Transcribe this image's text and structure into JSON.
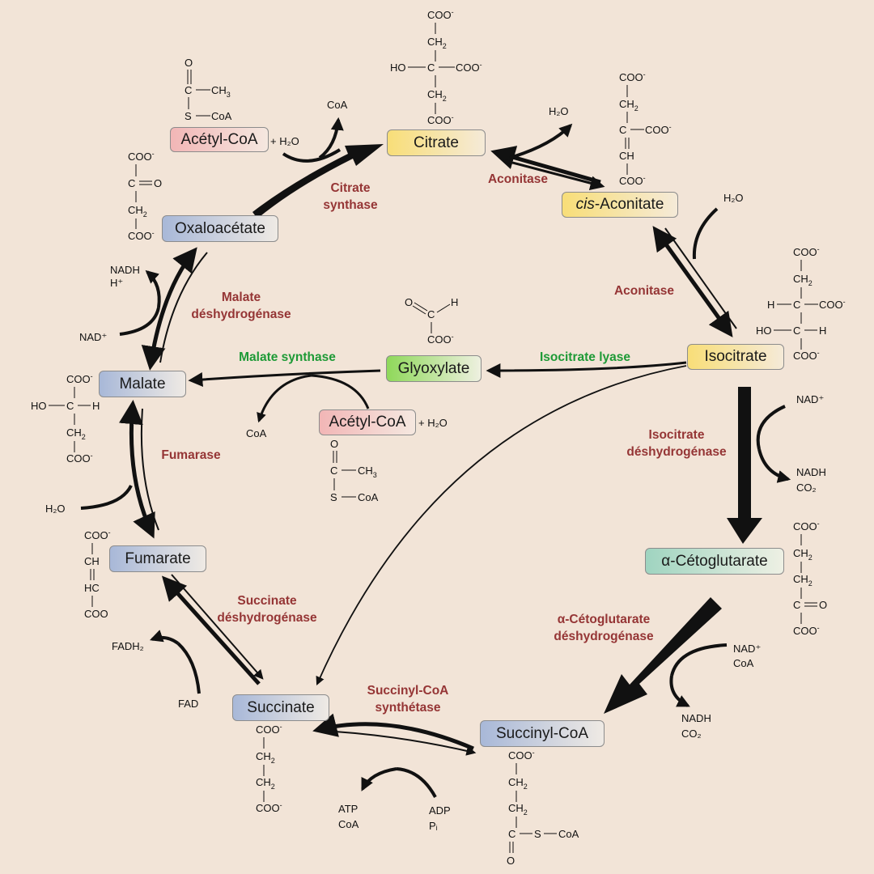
{
  "metabolites": {
    "citrate": "Citrate",
    "cis_prefix": "cis",
    "cis_suffix": "-Aconitate",
    "isocitrate": "Isocitrate",
    "ketoglutarate": "α-Cétoglutarate",
    "succinyl_coa": "Succinyl-CoA",
    "succinate": "Succinate",
    "fumarate": "Fumarate",
    "malate": "Malate",
    "oxaloacetate": "Oxaloacétate",
    "acetyl_coa": "Acétyl-CoA",
    "acetyl_coa_2": "Acétyl-CoA",
    "glyoxylate": "Glyoxylate"
  },
  "enzymes": {
    "citrate_synthase": [
      "Citrate",
      "synthase"
    ],
    "aconitase_1": "Aconitase",
    "aconitase_2": "Aconitase",
    "isocitrate_dh": [
      "Isocitrate",
      "déshydrogénase"
    ],
    "akg_dh": [
      "α-Cétoglutarate",
      "déshydrogénase"
    ],
    "succinyl_coa_synthetase": [
      "Succinyl-CoA",
      "synthétase"
    ],
    "succinate_dh": [
      "Succinate",
      "déshydrogénase"
    ],
    "fumarase": "Fumarase",
    "malate_dh": [
      "Malate",
      "déshydrogénase"
    ],
    "isocitrate_lyase": "Isocitrate lyase",
    "malate_synthase": "Malate synthase"
  },
  "cofactors": {
    "coa_citrate": "CoA",
    "h2o_acetyl": "+ H₂O",
    "h2o_aconitase_out": "H₂O",
    "h2o_aconitase_in": "H₂O",
    "nad_isocitrate": "NAD⁺",
    "nadh_isocitrate": [
      "NADH",
      "CO₂"
    ],
    "nad_akg": [
      "NAD⁺",
      "CoA"
    ],
    "nadh_akg": [
      "NADH",
      "CO₂"
    ],
    "adp_pi": [
      "ADP",
      "Pᵢ"
    ],
    "atp_coa": [
      "ATP",
      "CoA"
    ],
    "fad": "FAD",
    "fadh2": "FADH₂",
    "h2o_fumarase": "H₂O",
    "nad_malate": "NAD⁺",
    "nadh_malate": [
      "NADH",
      "H⁺"
    ],
    "coa_malate_synthase": "CoA",
    "h2o_acetyl_2": "+ H₂O"
  },
  "colors": {
    "background": "#f2e4d7",
    "citrate_box": "#f8de78",
    "acetyl_box": "#f2b6b6",
    "carrier_box": "#a8b8d8",
    "ketoglutarate_box": "#9fd4c0",
    "glyoxylate_box": "#8fd85a",
    "enzyme_red": "#953535",
    "enzyme_green": "#1e9a36"
  }
}
